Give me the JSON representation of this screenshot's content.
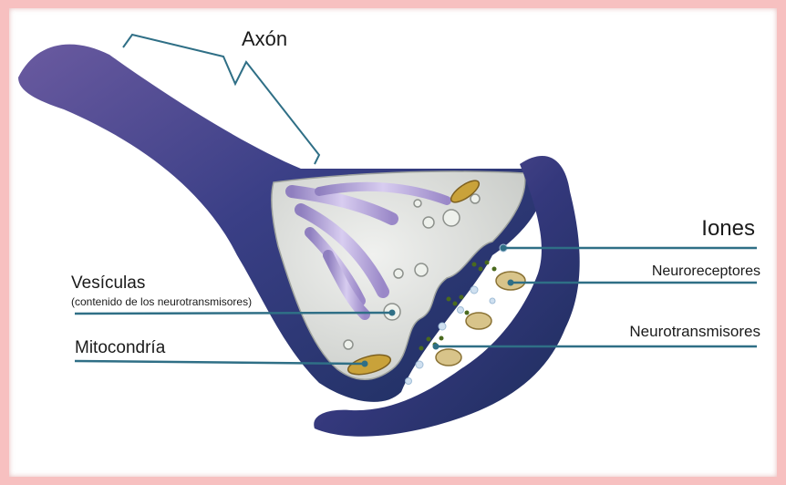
{
  "labels": {
    "axon": "Axón",
    "ions": "Iones",
    "neuroreceptors": "Neuroreceptores",
    "vesicles": "Vesículas",
    "vesicles_note": "(contenido de los neurotransmisores)",
    "mitochondria": "Mitocondría",
    "neurotransmitters": "Neurotransmisores"
  },
  "colors": {
    "frame": "#f7c0c0",
    "leader_line": "#2f6f86",
    "axon_dark": "#1e3466",
    "axon_purple": "#5b4a8e",
    "cytoplasm": "#d9dcda",
    "vesicle_tubes": "#b9a6d8",
    "mitochondria": "#c9a23a",
    "neurotransmitter_dots": "#4a6a1e",
    "ion_dots": "#cfe0f0"
  }
}
